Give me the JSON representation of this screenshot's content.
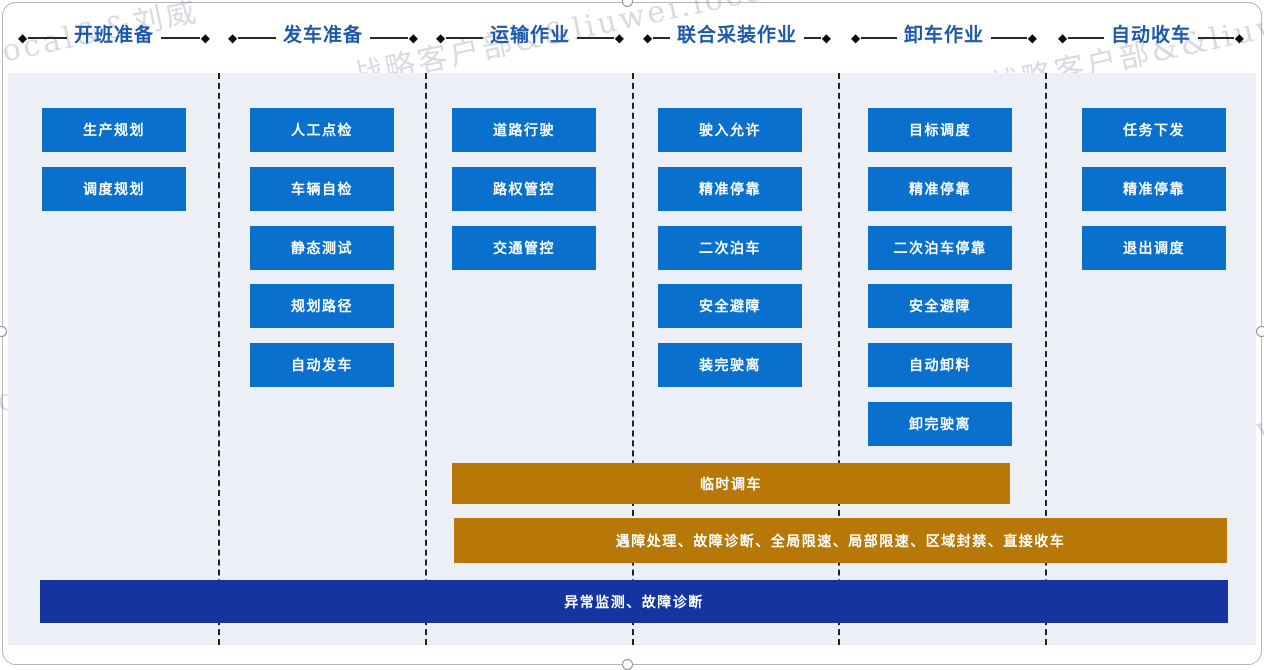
{
  "phases": [
    {
      "label": "开班准备",
      "tasks": [
        "生产规划",
        "调度规划"
      ]
    },
    {
      "label": "发车准备",
      "tasks": [
        "人工点检",
        "车辆自检",
        "静态测试",
        "规划路径",
        "自动发车"
      ]
    },
    {
      "label": "运输作业",
      "tasks": [
        "道路行驶",
        "路权管控",
        "交通管控"
      ]
    },
    {
      "label": "联合采装作业",
      "tasks": [
        "驶入允许",
        "精准停靠",
        "二次泊车",
        "安全避障",
        "装完驶离"
      ]
    },
    {
      "label": "卸车作业",
      "tasks": [
        "目标调度",
        "精准停靠",
        "二次泊车停靠",
        "安全避障",
        "自动卸料",
        "卸完驶离"
      ]
    },
    {
      "label": "自动收车",
      "tasks": [
        "任务下发",
        "精准停靠",
        "退出调度"
      ]
    }
  ],
  "overlay_bars": [
    {
      "label": "临时调车",
      "color": "#b87807"
    },
    {
      "label": "遇障处理、故障诊断、全局限速、局部限速、区域封禁、直接收车",
      "color": "#b87807"
    },
    {
      "label": "异常监测、故障诊断",
      "color": "#1634a0"
    }
  ],
  "watermarks": [
    "local&&刘威",
    "战略客户部&&liuwei.local",
    "战略客户部&&liuwei",
    "local&&刘威",
    "战略客户部&&liuwei.local&&刘威",
    "战略客户部&&liuwei"
  ],
  "icons": {
    "diamond": "◆"
  },
  "colors": {
    "task_box": "#0971cd",
    "overlay_orange": "#b87807",
    "overlay_dark_blue": "#1634a0",
    "phase_title": "#1d58aa",
    "panel_background": "#edeff7",
    "divider": "#222222"
  }
}
